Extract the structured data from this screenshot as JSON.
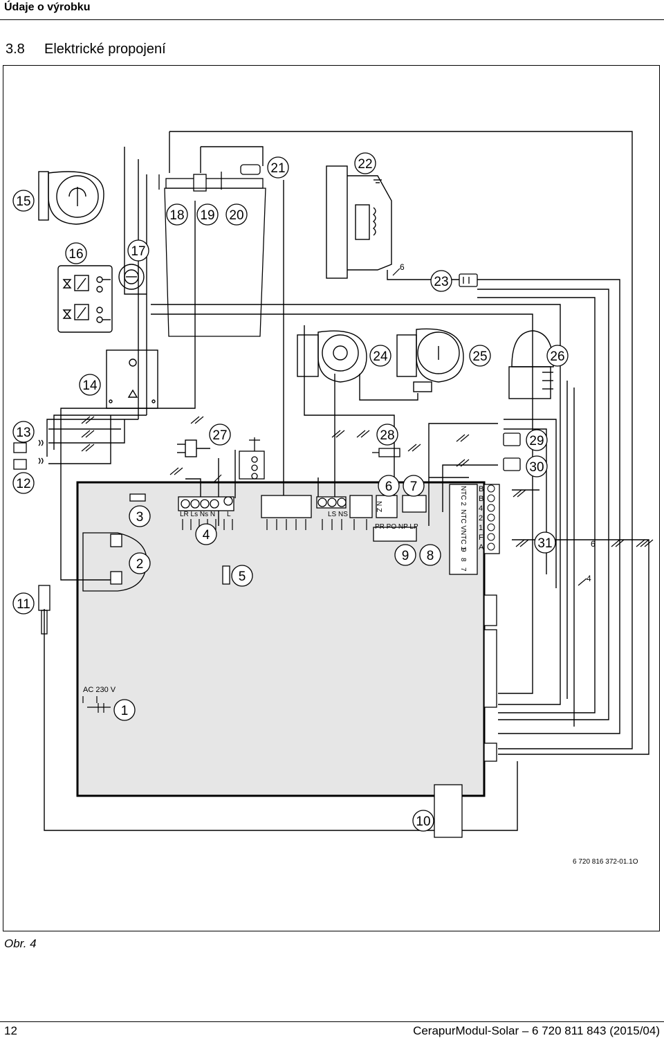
{
  "header": {
    "title": "Údaje o výrobku"
  },
  "section": {
    "number": "3.8",
    "title": "Elektrické propojení"
  },
  "diagram": {
    "callouts": [
      "1",
      "2",
      "3",
      "4",
      "5",
      "6",
      "7",
      "8",
      "9",
      "10",
      "11",
      "12",
      "13",
      "14",
      "15",
      "16",
      "17",
      "18",
      "19",
      "20",
      "21",
      "22",
      "23",
      "24",
      "25",
      "26",
      "27",
      "28",
      "29",
      "30",
      "31"
    ],
    "terminal_labels": {
      "t4": "LR Ls Ns N",
      "t4_l": "L",
      "ls_ns": "LS NS",
      "nz": "N Z",
      "pr_po_np_lp": "PR PO NP LP",
      "ntc": [
        "NTC 2",
        "NTC V",
        "NTC 1"
      ],
      "ntc_bottom": [
        "9",
        "8",
        "7"
      ],
      "b_col": [
        "B",
        "B",
        "4",
        "2",
        "1",
        "F",
        "A"
      ],
      "ac": "AC 230 V"
    },
    "wire_marks": [
      "6",
      "6",
      "4"
    ],
    "ref_code": "6 720 816 372-01.1O"
  },
  "caption": {
    "label": "Obr. 4"
  },
  "footer": {
    "page": "12",
    "doc": "CerapurModul-Solar – 6 720 811 843 (2015/04)"
  }
}
